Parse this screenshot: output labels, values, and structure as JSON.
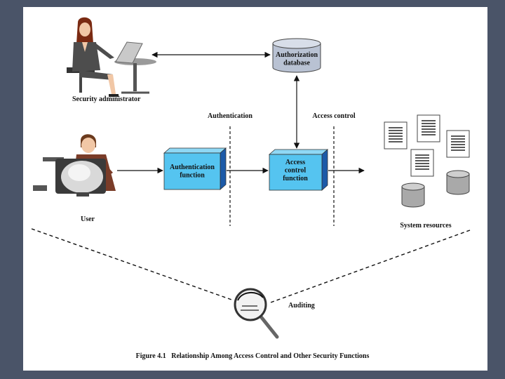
{
  "diagram": {
    "nodes": {
      "auth_db": "Authorization\ndatabase",
      "auth_fn": "Authentication\nfunction",
      "access_fn": "Access\ncontrol\nfunction"
    },
    "labels": {
      "security_admin": "Security administrator",
      "authentication": "Authentication",
      "access_control": "Access control",
      "user": "User",
      "system_resources": "System resources",
      "auditing": "Auditing"
    },
    "caption": "Figure 4.1   Relationship Among Access Control and Other Security Functions",
    "colors": {
      "box_front": "#55c4f0",
      "box_side": "#1c5aa8",
      "box_top": "#8fd8f5",
      "db_body": "#b9c2d3",
      "db_top": "#d8dee9",
      "background": "#4a5468"
    },
    "icons": [
      "security-administrator-figure",
      "user-at-computer-figure",
      "document-icon",
      "disk-icon",
      "magnifying-glass-icon"
    ]
  }
}
